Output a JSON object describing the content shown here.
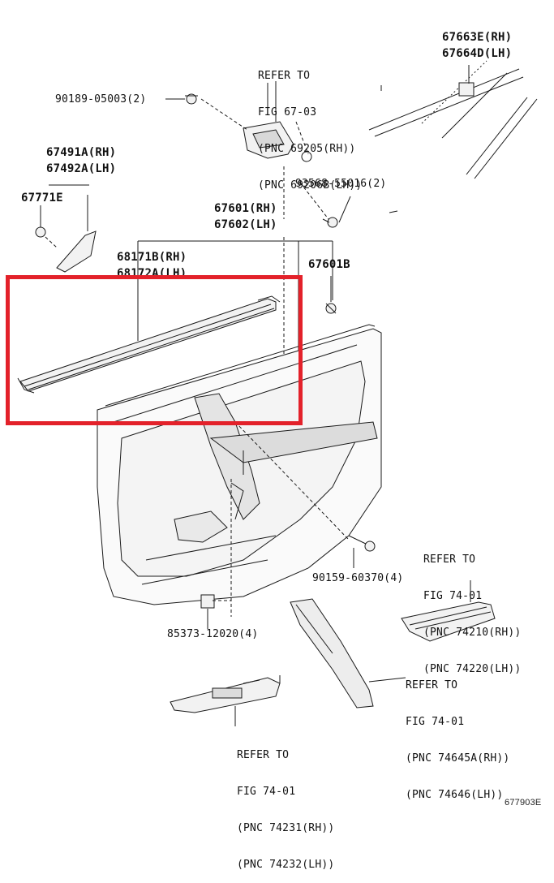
{
  "labels": {
    "refer_top": [
      "REFER TO",
      "FIG 67-03",
      "(PNC 69205(RH))",
      "(PNC 69206B(LH))"
    ],
    "part_67663E": "67663E(RH)",
    "part_67664D": "67664D(LH)",
    "part_90189": "90189-05003(2)",
    "part_67491A": "67491A(RH)",
    "part_67492A": "67492A(LH)",
    "part_67771E": "67771E",
    "part_93568": "93568-55016(2)",
    "part_67601": "67601(RH)",
    "part_67602": "67602(LH)",
    "part_68171B": "68171B(RH)",
    "part_68172A": "68172A(LH)",
    "part_67601B": "67601B",
    "refer_right": [
      "REFER TO",
      "FIG 74-01",
      "(PNC 74210(RH))",
      "(PNC 74220(LH))"
    ],
    "part_90159": "90159-60370(4)",
    "part_85373": "85373-12020(4)",
    "refer_mid_right": [
      "REFER TO",
      "FIG 74-01",
      "(PNC 74645A(RH))",
      "(PNC 74646(LH))"
    ],
    "refer_bottom": [
      "REFER TO",
      "FIG 74-01",
      "(PNC 74231(RH))",
      "(PNC 74232(LH))"
    ],
    "figure_id": "677903E"
  },
  "colors": {
    "line": "#1a1a1a",
    "part_fill": "#f2f2f2",
    "shade": "#d8d8d8",
    "highlight": "#e3212a"
  }
}
